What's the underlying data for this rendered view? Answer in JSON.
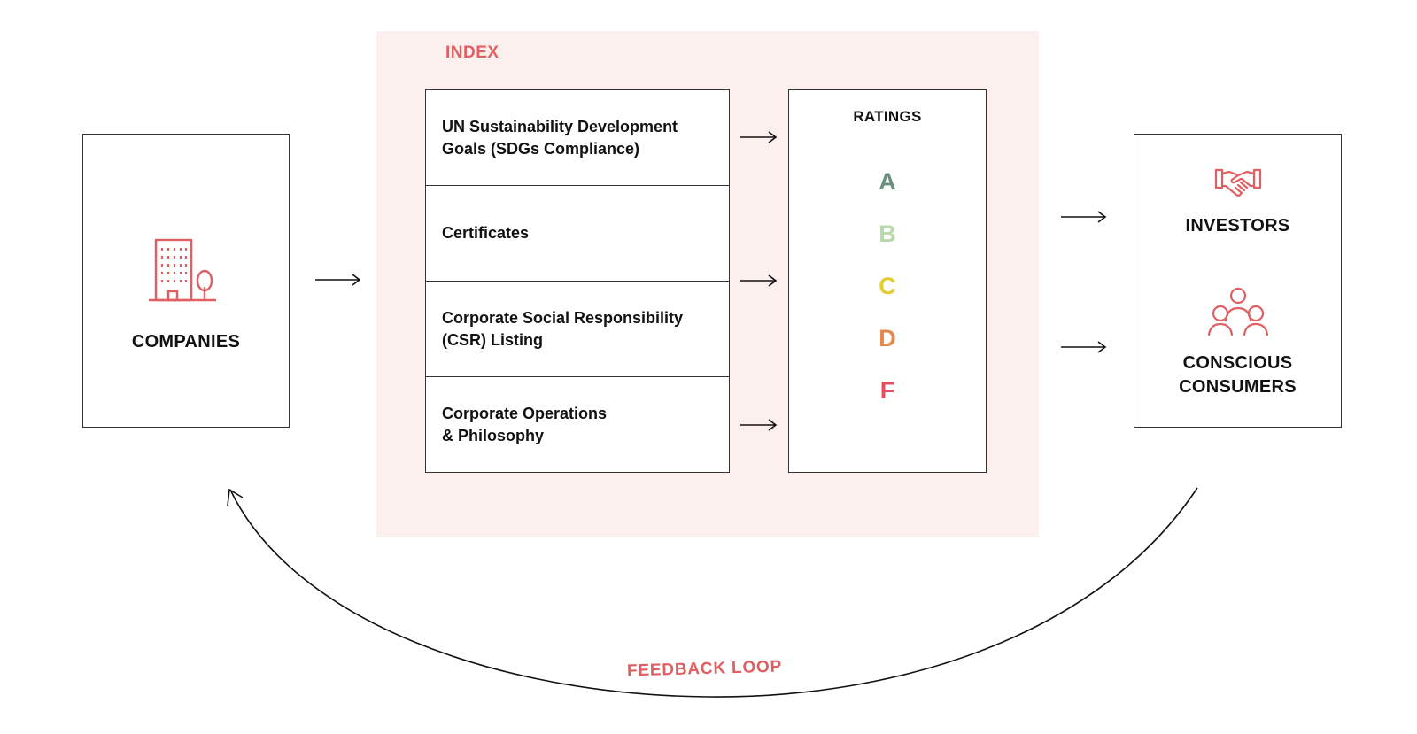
{
  "index": {
    "label": "INDEX"
  },
  "companies": {
    "label": "COMPANIES",
    "icon": "office-building-icon"
  },
  "criteria": [
    {
      "label": "UN Sustainability Development\nGoals (SDGs Compliance)"
    },
    {
      "label": "Certificates"
    },
    {
      "label": "Corporate Social Responsibility\n(CSR) Listing"
    },
    {
      "label": "Corporate Operations\n& Philosophy"
    }
  ],
  "ratings": {
    "title": "RATINGS",
    "grades": [
      {
        "label": "A",
        "color": "#6b8f7d"
      },
      {
        "label": "B",
        "color": "#b9d9ac"
      },
      {
        "label": "C",
        "color": "#e3cc2e"
      },
      {
        "label": "D",
        "color": "#e6874a"
      },
      {
        "label": "F",
        "color": "#e05060"
      }
    ]
  },
  "stakeholders": {
    "investors": {
      "label": "INVESTORS",
      "icon": "handshake-icon"
    },
    "consumers": {
      "label": "CONSCIOUS\nCONSUMERS",
      "icon": "people-group-icon"
    }
  },
  "feedback": {
    "label": "FEEDBACK LOOP"
  },
  "colors": {
    "accent": "#e05f63",
    "index_background": "#fcf0ef",
    "border": "#333333"
  }
}
